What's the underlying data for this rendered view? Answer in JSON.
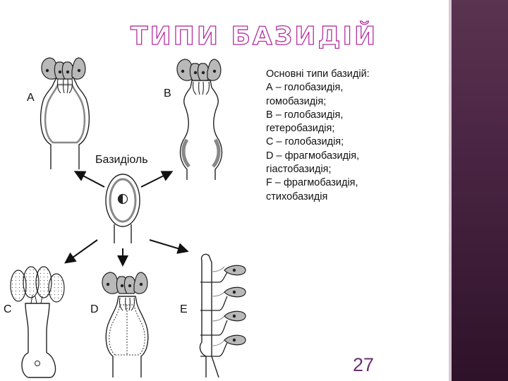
{
  "title": "ТИПИ БАЗИДІЙ",
  "description": {
    "lines": [
      "Основні типи базидій:",
      "А – голобазидія,",
      "гомобазидія;",
      "В – голобазидія,",
      "гетеробазидія;",
      "С – голобазидія;",
      "D – фрагмобазидія,",
      "гіастобазидія;",
      "F – фрагмобазидія,",
      "стихобазидія"
    ]
  },
  "figure": {
    "labels": {
      "a": "А",
      "b": "В",
      "basidiole": "Базидіоль",
      "c": "С",
      "d": "D",
      "e": "E"
    }
  },
  "page_number": "27",
  "colors": {
    "title_outline": "#b42fa0",
    "sidebar": "#4a2543",
    "page_number": "#6b2f73",
    "spore_fill": "#b9b9b9"
  }
}
